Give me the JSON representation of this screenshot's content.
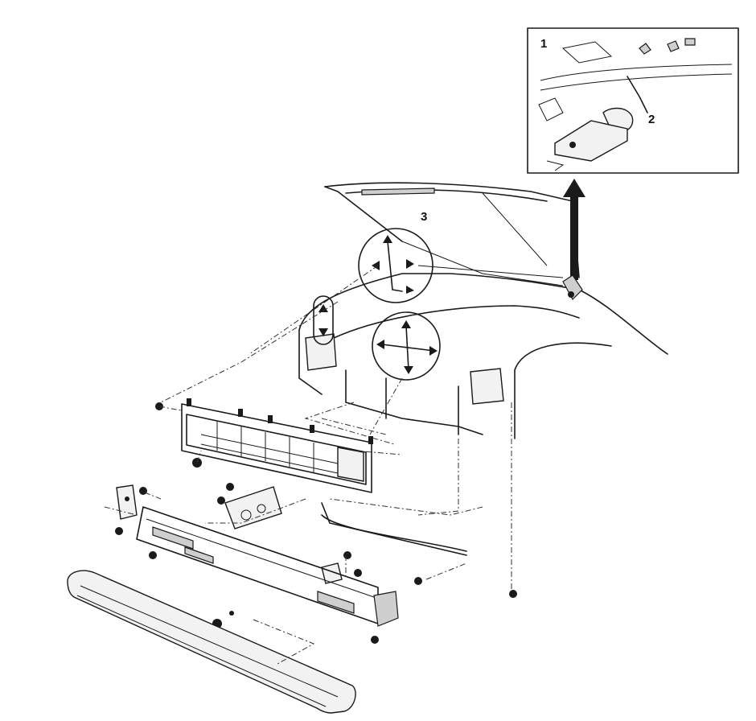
{
  "callouts": [
    {
      "id": "1",
      "text": "1"
    },
    {
      "id": "2",
      "text": "2"
    },
    {
      "id": "3",
      "text": "3"
    }
  ],
  "colors": {
    "ink": "#1a1a1a",
    "paper": "#ffffff",
    "shade": "#cfcfcf"
  }
}
